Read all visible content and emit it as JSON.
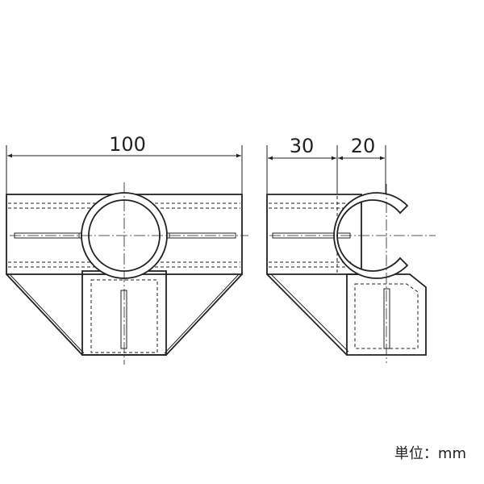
{
  "front_view": {
    "width_dimension": "100"
  },
  "side_view": {
    "left_dimension": "30",
    "right_dimension": "20"
  },
  "unit_label": "単位：mm"
}
